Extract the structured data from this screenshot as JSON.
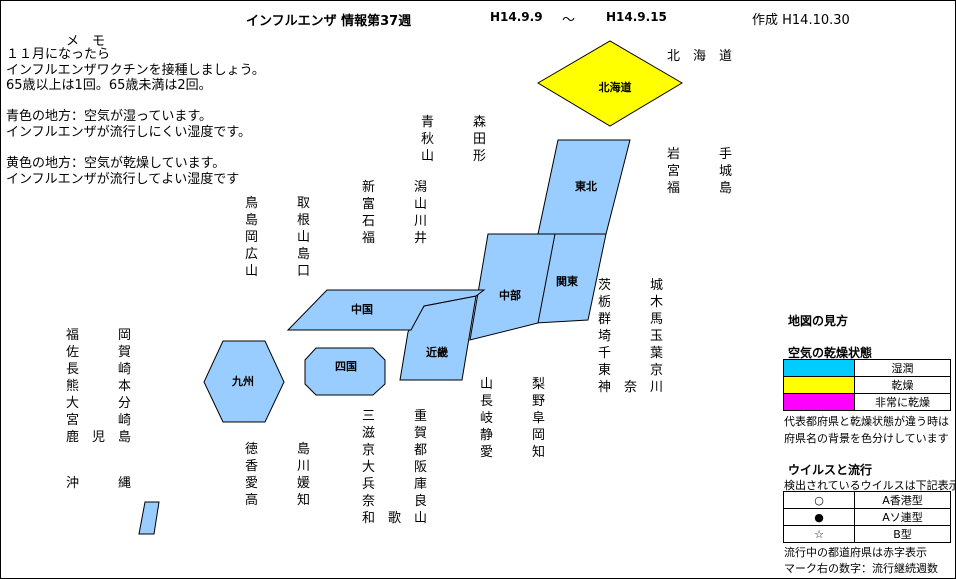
{
  "header": {
    "title": "インフルエンザ 情報第37週",
    "date_from": "H14.9.9",
    "tilde": "～",
    "date_to": "H14.9.15",
    "created": "作成 H14.10.30"
  },
  "memo": {
    "heading": "メ　モ",
    "lines": [
      "１１月になったら",
      "インフルエンザワクチンを接種しましょう。",
      "65歳以上は1回。65歳未満は2回。",
      "",
      "青色の地方：空気が湿っています。",
      "インフルエンザが流行しにくい湿度です。",
      "",
      "黄色の地方：空気が乾燥しています。",
      "インフルエンザが流行してよい湿度です"
    ]
  },
  "regions": [
    {
      "key": "hokkaido",
      "label": "北海道",
      "fill": "#ffff00"
    },
    {
      "key": "tohoku",
      "label": "東北",
      "fill": "#99ccff"
    },
    {
      "key": "kanto",
      "label": "関東",
      "fill": "#99ccff"
    },
    {
      "key": "chubu",
      "label": "中部",
      "fill": "#99ccff"
    },
    {
      "key": "kinki",
      "label": "近畿",
      "fill": "#99ccff"
    },
    {
      "key": "chugoku",
      "label": "中国",
      "fill": "#99ccff"
    },
    {
      "key": "shikoku",
      "label": "四国",
      "fill": "#99ccff"
    },
    {
      "key": "kyushu",
      "label": "九州",
      "fill": "#99ccff"
    },
    {
      "key": "okinawa",
      "label": "",
      "fill": "#99ccff"
    }
  ],
  "prefectures": {
    "hokkaido": [
      "北　海　道"
    ],
    "tohoku": [
      "青　　　森",
      "秋　　　田",
      "山　　　形"
    ],
    "tohoku2": [
      "岩　　　手",
      "宮　　　城",
      "福　　　島"
    ],
    "hokuriku": [
      "新　　　潟",
      "富　　　山",
      "石　　　川",
      "福　　　井"
    ],
    "chugoku": [
      "鳥　　　取",
      "島　　　根",
      "岡　　　山",
      "広　　　島",
      "山　　　口"
    ],
    "kanto": [
      "茨　　　城",
      "栃　　　木",
      "群　　　馬",
      "埼　　　玉",
      "千　　　葉",
      "東　　　京",
      "神　奈　川"
    ],
    "chubu": [
      "山　　　梨",
      "長　　　野",
      "岐　　　阜",
      "静　　　岡",
      "愛　　　知"
    ],
    "kyushu": [
      "福　　　岡",
      "佐　　　賀",
      "長　　　崎",
      "熊　　　本",
      "大　　　分",
      "宮　　　崎",
      "鹿　児　島"
    ],
    "okinawa": [
      "沖　　　縄"
    ],
    "shikoku": [
      "徳　　　島",
      "香　　　川",
      "愛　　　媛",
      "高　　　知"
    ],
    "kinki": [
      "三　　　重",
      "滋　　　賀",
      "京　　　都",
      "大　　　阪",
      "兵　　　庫",
      "奈　　　良",
      "和　歌　山"
    ]
  },
  "legend": {
    "title": "地図の見方",
    "dryness_title": "空気の乾燥状態",
    "dryness": [
      {
        "color": "#00ccff",
        "label": "湿潤"
      },
      {
        "color": "#ffff00",
        "label": "乾燥"
      },
      {
        "color": "#ff00ff",
        "label": "非常に乾燥"
      }
    ],
    "dryness_note_1": "代表都府県と乾燥状態が違う時は",
    "dryness_note_2": "府県名の背景を色分けしています",
    "virus_title": "ウイルスと流行",
    "virus_subtitle": "検出されているウイルスは下記表示",
    "virus": [
      {
        "mark": "○",
        "label": "A香港型"
      },
      {
        "mark": "●",
        "label": "Aソ連型"
      },
      {
        "mark": "☆",
        "label": "B型"
      }
    ],
    "virus_note_1": "流行中の都道府県は赤字表示",
    "virus_note_2": "マーク右の数字：流行継続週数"
  }
}
